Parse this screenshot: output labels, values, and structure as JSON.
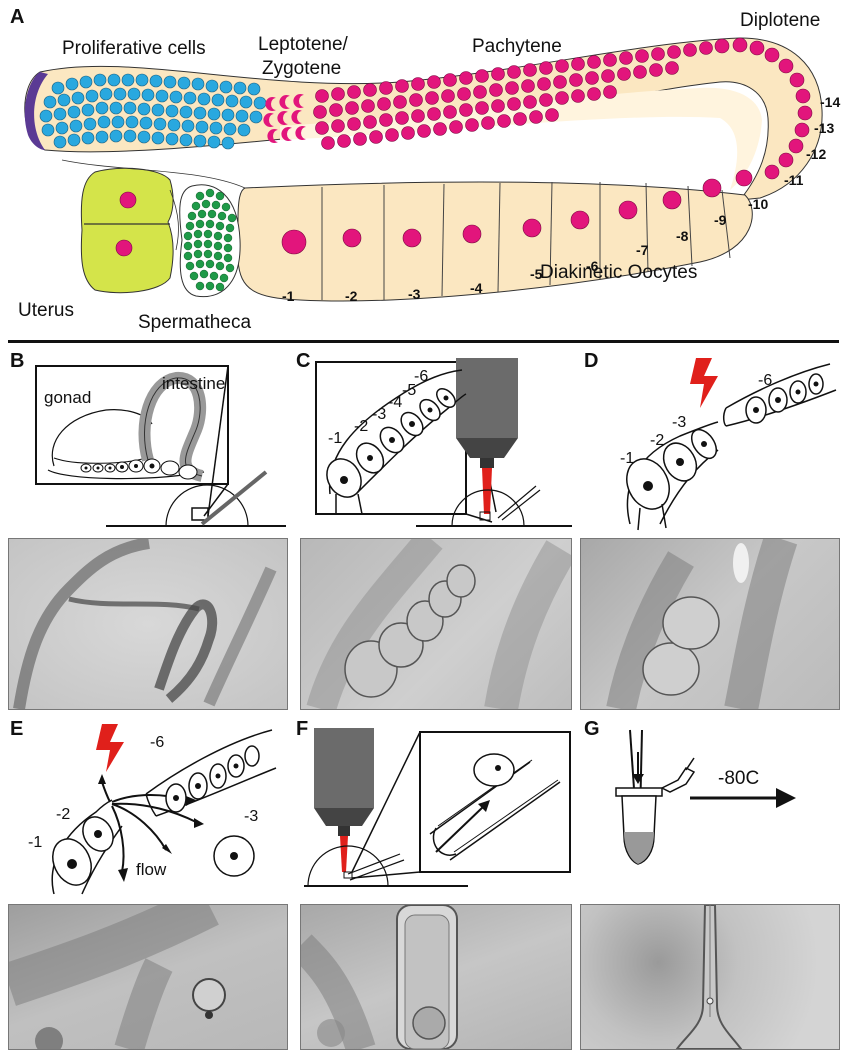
{
  "panelA": {
    "label": "A",
    "stages": {
      "proliferative": "Proliferative cells",
      "leptotene_line1": "Leptotene/",
      "leptotene_line2": "Zygotene",
      "pachytene": "Pachytene",
      "diplotene": "Diplotene",
      "diakinetic": "Diakinetic Oocytes",
      "uterus": "Uterus",
      "spermatheca": "Spermatheca"
    },
    "oocyte_numbers": [
      "-1",
      "-2",
      "-3",
      "-4",
      "-5",
      "-6",
      "-7",
      "-8",
      "-9",
      "-10",
      "-11",
      "-12",
      "-13",
      "-14"
    ]
  },
  "panelB": {
    "label": "B",
    "gonad": "gonad",
    "intestine": "intestine"
  },
  "panelC": {
    "label": "C",
    "cells": [
      "-1",
      "-2",
      "-3",
      "-4",
      "-5",
      "-6"
    ]
  },
  "panelD": {
    "label": "D",
    "cells": [
      "-1",
      "-2",
      "-3",
      "-6"
    ]
  },
  "panelE": {
    "label": "E",
    "cells": [
      "-1",
      "-2",
      "-6",
      "-3"
    ],
    "flow": "flow"
  },
  "panelF": {
    "label": "F"
  },
  "panelG": {
    "label": "G",
    "temp": "-80C"
  },
  "colors": {
    "germline": "#fbe7c1",
    "proliferative_nuclei": "#29a8df",
    "meiotic_nuclei": "#e2157c",
    "sperm": "#1f9a48",
    "uterus": "#d4e44a",
    "distal_tip": "#5b3a94",
    "laser": "#e0201b"
  }
}
